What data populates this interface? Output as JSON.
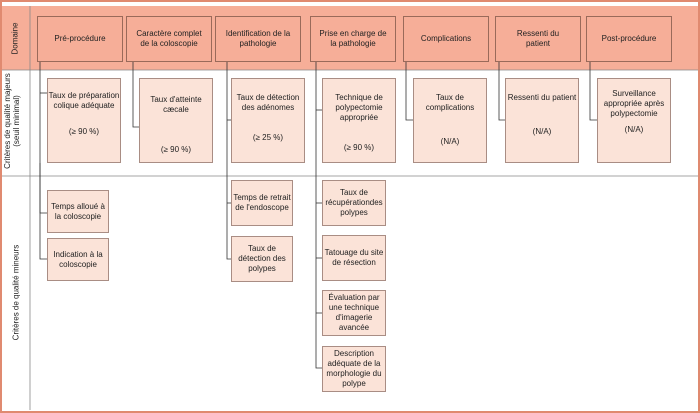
{
  "rows": {
    "domain": "Domaine",
    "major_line1": "Critères de qualité majeurs",
    "major_line2": "(seuil minimal)",
    "minor": "Critères de qualité mineurs"
  },
  "domains": [
    "Pré-procédure",
    "Caractère complet de la coloscopie",
    "Identification de la pathologie",
    "Prise en charge de la pathologie",
    "Complications",
    "Ressenti du patient",
    "Post-procédure"
  ],
  "major": [
    {
      "label": "Taux de préparation colique adéquate",
      "value": "(≥ 90 %)"
    },
    {
      "label": "Taux d'atteinte cæcale",
      "value": "(≥ 90 %)"
    },
    {
      "label": "Taux de détection des adénomes",
      "value": "(≥ 25 %)"
    },
    {
      "label": "Technique de polypectomie appropriée",
      "value": "(≥ 90 %)"
    },
    {
      "label": "Taux de complications",
      "value": "(N/A)"
    },
    {
      "label": "Ressenti du patient",
      "value": "(N/A)"
    },
    {
      "label": "Surveillance appropriée après polypectomie",
      "value": "(N/A)"
    }
  ],
  "minor": {
    "col1": [
      "Temps alloué à la coloscopie",
      "Indication à la coloscopie"
    ],
    "col3": [
      "Temps de retrait de l'endoscope",
      "Taux de détection des polypes"
    ],
    "col4": [
      "Taux de récupérationdes polypes",
      "Tatouage du site de résection",
      "Évaluation par une technique d'imagerie avancée",
      "Description adéquate de la morphologie du polype"
    ]
  },
  "colors": {
    "domain_fill": "#f6ae98",
    "box_fill": "#fbe3d8",
    "border": "#e08a70"
  }
}
